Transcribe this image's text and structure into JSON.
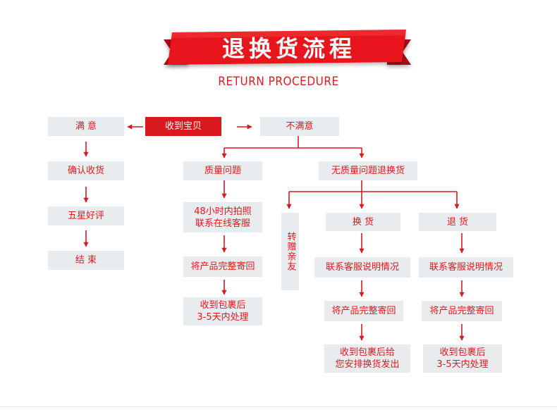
{
  "header": {
    "title": "退换货流程",
    "subtitle": "RETURN PROCEDURE"
  },
  "nodes": {
    "received": "收到宝贝",
    "satisfied": "满 意",
    "confirm_receipt": "确认收货",
    "five_star": "五星好评",
    "end": "结 束",
    "not_satisfied": "不满意",
    "quality_issue": "质量问题",
    "quality_contact": [
      "48小时内拍照",
      "联系在线客服"
    ],
    "quality_return": "将产品完整寄回",
    "quality_process": [
      "收到包裹后",
      "3-5天内处理"
    ],
    "no_quality_issue": "无质量问题退换货",
    "gift_friend": "转赠亲友",
    "exchange": "换 货",
    "exchange_contact": "联系客服说明情况",
    "exchange_return": "将产品完整寄回",
    "exchange_ship": [
      "收到包裹后给",
      "您安排换货发出"
    ],
    "refund": "退 货",
    "refund_contact": "联系客服说明情况",
    "refund_return": "将产品完整寄回",
    "refund_process": [
      "收到包裹后",
      "3-5天内处理"
    ]
  },
  "colors": {
    "accent": "#e8171c",
    "banner_red": "#e8171c",
    "box_fill": "#e9ecef",
    "line": "#d9191d"
  }
}
